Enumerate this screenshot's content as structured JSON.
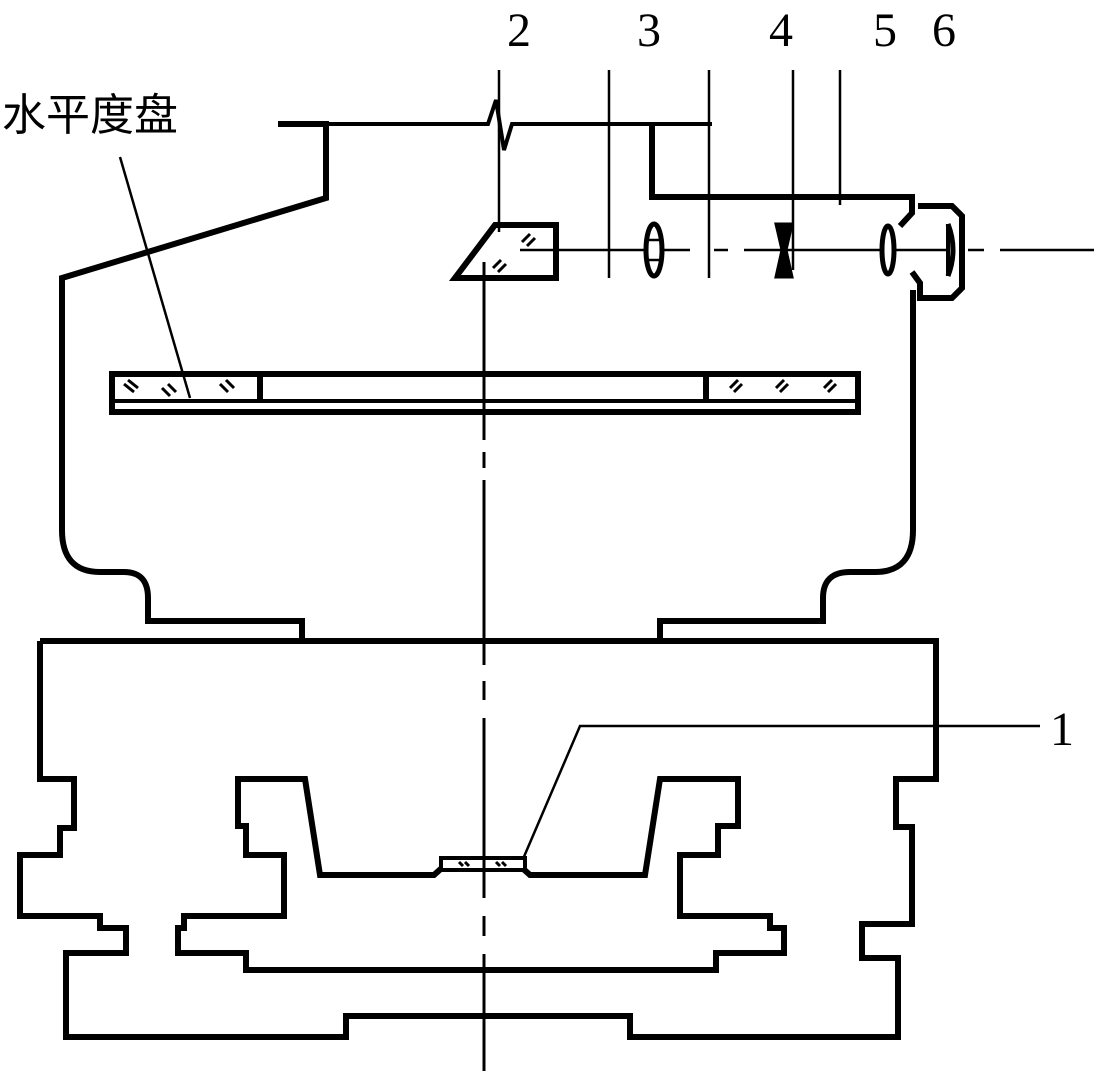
{
  "diagram": {
    "title_label": "水平度盘",
    "callouts": [
      {
        "id": "1",
        "label": "1"
      },
      {
        "id": "2",
        "label": "2"
      },
      {
        "id": "3",
        "label": "3"
      },
      {
        "id": "4",
        "label": "4"
      },
      {
        "id": "5",
        "label": "5"
      },
      {
        "id": "6",
        "label": "6"
      }
    ],
    "line_color": "#000000",
    "background_color": "#ffffff"
  }
}
